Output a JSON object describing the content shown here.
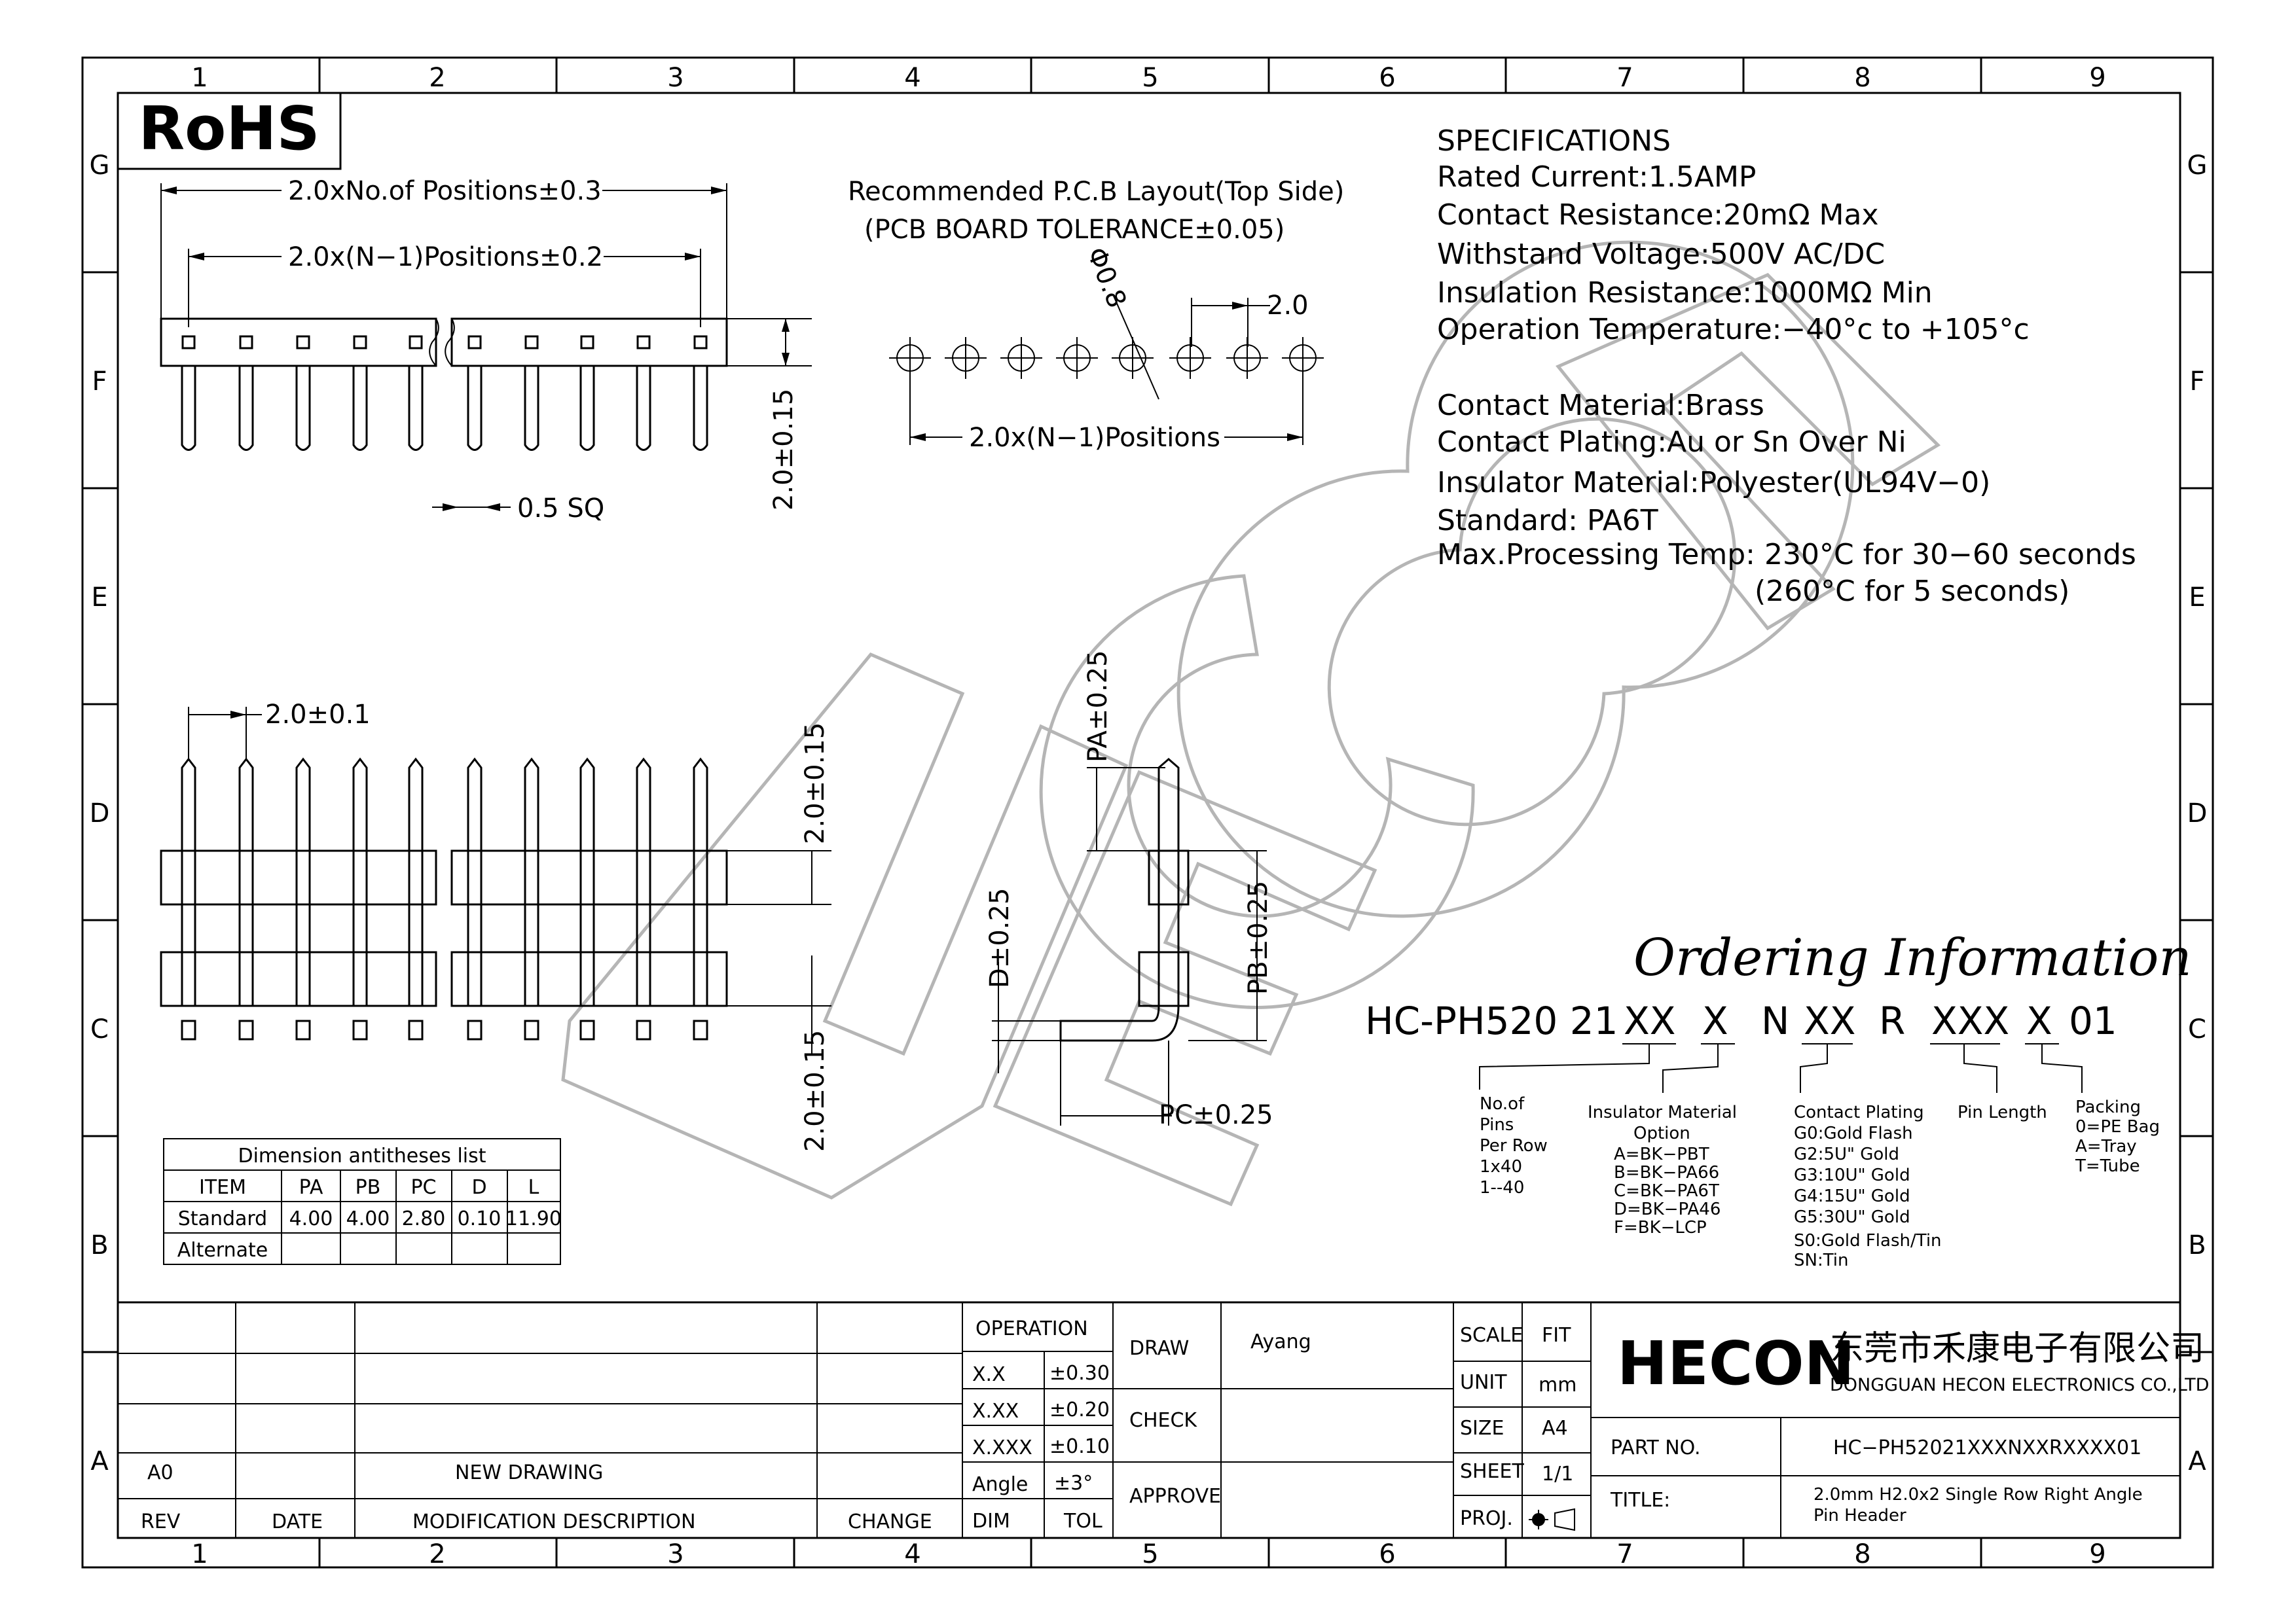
{
  "border": {
    "columns": [
      "1",
      "2",
      "3",
      "4",
      "5",
      "6",
      "7",
      "8",
      "9"
    ],
    "rows": [
      "G",
      "F",
      "E",
      "D",
      "C",
      "B",
      "A"
    ]
  },
  "rohs": "RoHS",
  "top_view": {
    "dim_total": "2.0xNo.of Positions±0.3",
    "dim_pitch_span": "2.0x(N−1)Positions±0.2",
    "dim_height": "2.0±0.15",
    "dim_pin": "0.5 SQ"
  },
  "pcb": {
    "title": "Recommended P.C.B Layout(Top Side)",
    "tolerance": "(PCB BOARD TOLERANCE±0.05)",
    "hole": "Φ0.8",
    "pitch": "2.0",
    "span": "2.0x(N−1)Positions"
  },
  "specs": {
    "heading": "SPECIFICATIONS",
    "lines": [
      "Rated Current:1.5AMP",
      "Contact Resistance:20mΩ Max",
      "Withstand Voltage:500V AC/DC",
      "Insulation Resistance:1000MΩ Min",
      "Operation Temperature:−40°c to +105°c"
    ],
    "lines2": [
      "Contact Material:Brass",
      "Contact Plating:Au or Sn Over Ni",
      "Insulator Material:Polyester(UL94V−0)",
      "Standard:  PA6T",
      "Max.Processing Temp: 230°C for 30−60 seconds",
      "(260°C for 5 seconds)"
    ]
  },
  "front_view": {
    "pitch": "2.0±0.1",
    "row_pitch": "2.0±0.15",
    "bottom": "2.0±0.15"
  },
  "side_view": {
    "pa": "PA±0.25",
    "pb": "PB±0.25",
    "d": "D±0.25",
    "pc": "PC±0.25"
  },
  "ordering": {
    "heading": "Ordering Information",
    "code": [
      "HC-PH520 21",
      "XX",
      "X",
      "N",
      "XX",
      "R",
      "XXX",
      "X",
      "01"
    ],
    "pins": [
      "No.of",
      "Pins",
      "Per Row",
      "1x40",
      "1--40"
    ],
    "insulator": [
      "Insulator Material",
      "Option",
      "A=BK−PBT",
      "B=BK−PA66",
      "C=BK−PA6T",
      "D=BK−PA46",
      "F=BK−LCP"
    ],
    "plating": [
      "Contact Plating",
      "G0:Gold Flash",
      "G2:5U\" Gold",
      "G3:10U\" Gold",
      "G4:15U\" Gold",
      "G5:30U\" Gold",
      "S0:Gold Flash/Tin",
      "SN:Tin"
    ],
    "length": [
      "Pin Length"
    ],
    "packing": [
      "Packing",
      "0=PE Bag",
      "A=Tray",
      "T=Tube"
    ]
  },
  "dim_table": {
    "title": "Dimension antitheses list",
    "headers": [
      "ITEM",
      "PA",
      "PB",
      "PC",
      "D",
      "L"
    ],
    "rows": [
      [
        "Standard",
        "4.00",
        "4.00",
        "2.80",
        "0.10",
        "11.90"
      ],
      [
        "Alternate",
        "",
        "",
        "",
        "",
        ""
      ]
    ]
  },
  "title_block": {
    "rev_row": {
      "rev": "A0",
      "desc": "NEW DRAWING"
    },
    "headers": {
      "rev": "REV",
      "date": "DATE",
      "desc": "MODIFICATION DESCRIPTION",
      "change": "CHANGE"
    },
    "operation": "OPERATION",
    "tols": [
      [
        "X.X",
        "±0.30"
      ],
      [
        "X.XX",
        "±0.20"
      ],
      [
        "X.XXX",
        "±0.10"
      ],
      [
        "Angle",
        "±3°"
      ]
    ],
    "dim": "DIM",
    "tol": "TOL",
    "draw": "DRAW",
    "drawer": "Ayang",
    "check": "CHECK",
    "approve": "APPROVE",
    "scale_label": "SCALE",
    "scale": "FIT",
    "unit_label": "UNIT",
    "unit": "mm",
    "size_label": "SIZE",
    "size": "A4",
    "sheet_label": "SHEET",
    "sheet": "1/1",
    "proj_label": "PROJ.",
    "logo": "HECON",
    "company_cn": "东莞市禾康电子有限公司",
    "company_en": "DONGGUAN HECON ELECTRONICS CO.,LTD",
    "part_label": "PART NO.",
    "part": "HC−PH52021XXXNXXRXXXX01",
    "title_label": "TITLE:",
    "title": [
      "2.0mm H2.0x2 Single Row Right Angle",
      "Pin Header"
    ]
  }
}
